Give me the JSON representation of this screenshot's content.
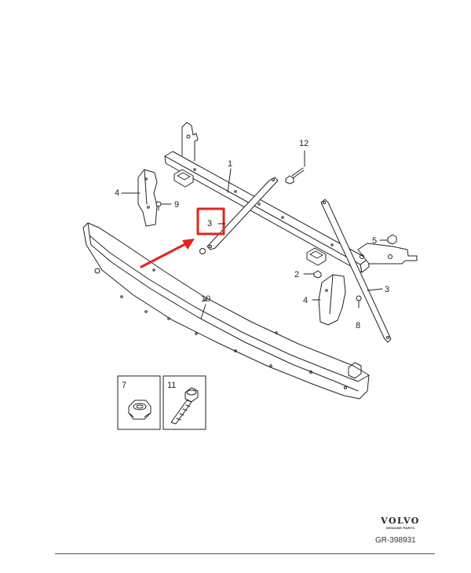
{
  "diagram": {
    "callouts": {
      "frame": "1",
      "bracket_left": "4",
      "screw_left": "9",
      "strut_highlighted": "3",
      "bolt_top": "12",
      "nut_right": "5",
      "nut_mid": "2",
      "bracket_right": "4",
      "strut_right": "3",
      "screw_right": "8",
      "bumper_beam": "10",
      "inset_nut": "7",
      "inset_bolt": "11"
    },
    "brand": {
      "logo": "VOLVO",
      "tagline": "GENUINE PARTS"
    },
    "reference": "GR-398931",
    "colors": {
      "line": "#222222",
      "highlight": "#e3231c",
      "arrow": "#e3231c",
      "rule": "#555555"
    }
  }
}
